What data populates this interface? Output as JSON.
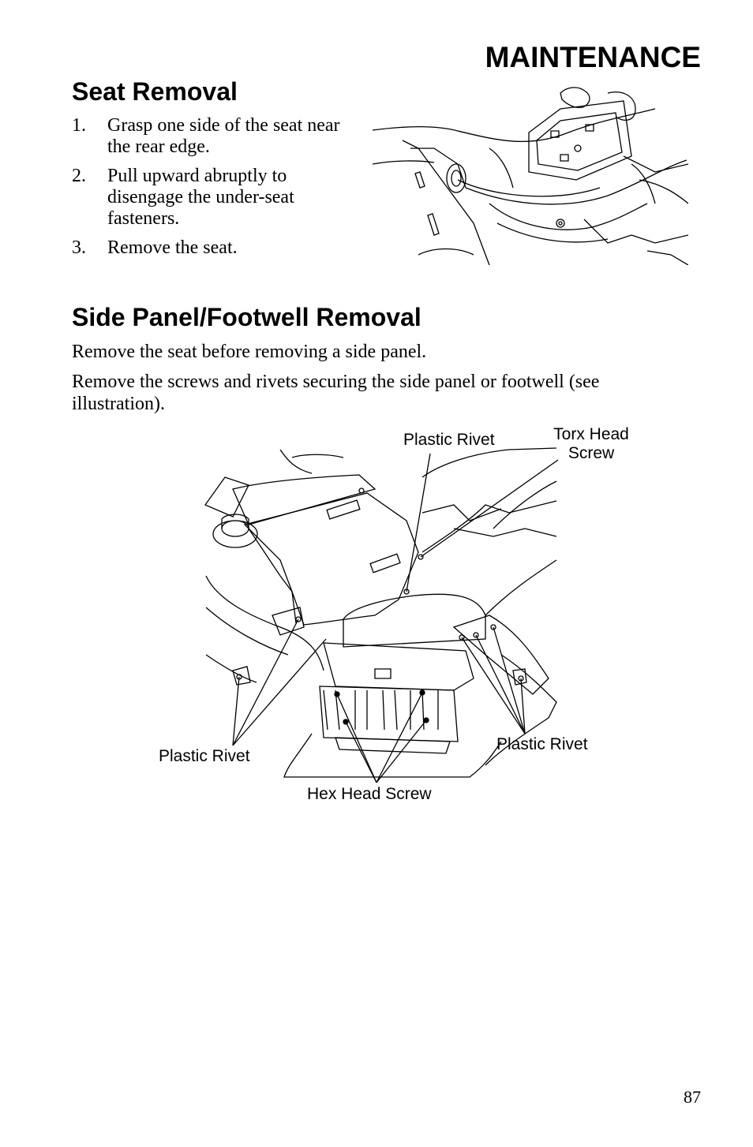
{
  "header": {
    "section": "MAINTENANCE"
  },
  "seat_removal": {
    "heading": "Seat Removal",
    "steps": [
      {
        "number": "1.",
        "text": "Grasp one side of the seat near the rear edge."
      },
      {
        "number": "2.",
        "text": "Pull upward abruptly to disengage the under-seat fasteners."
      },
      {
        "number": "3.",
        "text": "Remove the seat."
      }
    ]
  },
  "side_panel": {
    "heading": "Side Panel/Footwell Removal",
    "paragraphs": [
      "Remove the seat before removing a side panel.",
      "Remove the screws and rivets securing the side panel or footwell (see illustration)."
    ],
    "callouts": {
      "plastic_rivet_top": "Plastic Rivet",
      "torx_line1": "Torx Head",
      "torx_line2": "Screw",
      "plastic_rivet_left": "Plastic Rivet",
      "plastic_rivet_right": "Plastic Rivet",
      "hex_head_screw": "Hex Head Screw"
    }
  },
  "footer": {
    "page_number": "87"
  }
}
